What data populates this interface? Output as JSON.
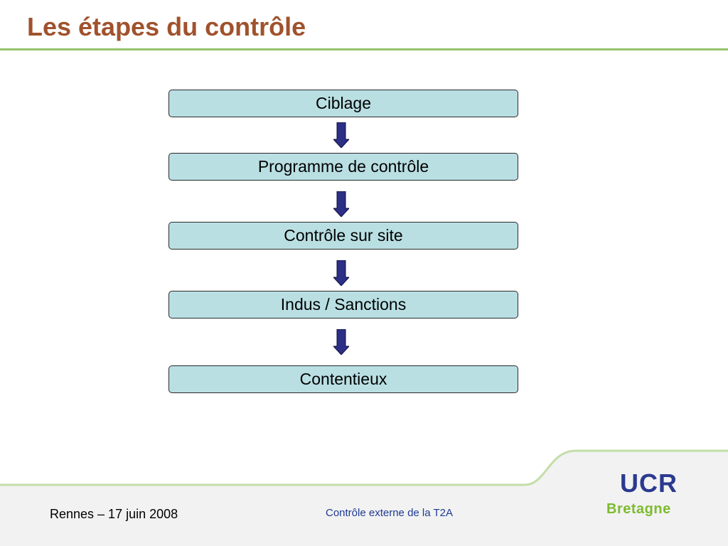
{
  "slide": {
    "title": "Les étapes du contrôle"
  },
  "flow": {
    "steps": [
      "Ciblage",
      "Programme de contrôle",
      "Contrôle sur site",
      "Indus / Sanctions",
      "Contentieux"
    ]
  },
  "footer": {
    "left_text": "Rennes – 17 juin 2008",
    "center_text": "Contrôle externe de la T2A"
  },
  "logo": {
    "name": "UCR",
    "region": "Bretagne"
  },
  "colors": {
    "title": "#a0522d",
    "accent_green": "#93c46b",
    "box_fill": "#b9dfe3",
    "arrow_fill": "#2b2f86",
    "logo_blue": "#2b3a8f",
    "logo_green": "#7dbb2f",
    "footer_link": "#1f3a93"
  }
}
